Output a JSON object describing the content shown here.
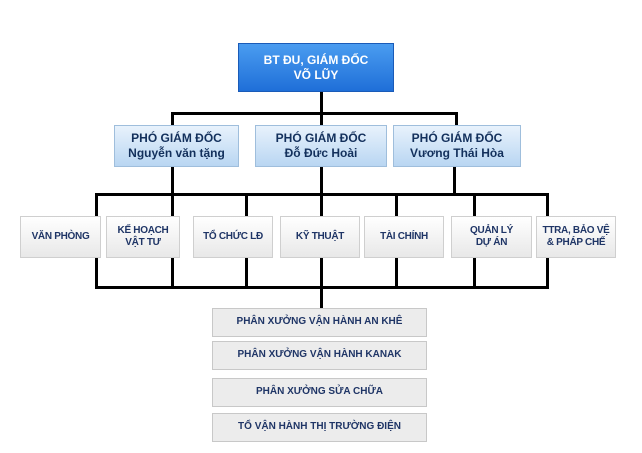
{
  "director": {
    "line1": "BT ĐU, GIÁM ĐỐC",
    "line2": "VÕ LŨY"
  },
  "deputies": [
    {
      "title": "PHÓ GIÁM ĐỐC",
      "name": "Nguyễn văn tặng"
    },
    {
      "title": "PHÓ GIÁM ĐỐC",
      "name": "Đỗ Đức Hoài"
    },
    {
      "title": "PHÓ GIÁM ĐỐC",
      "name": "Vương Thái Hòa"
    }
  ],
  "departments": [
    {
      "line1": "VĂN PHÒNG",
      "line2": ""
    },
    {
      "line1": "KẾ HOẠCH",
      "line2": "VẬT TƯ"
    },
    {
      "line1": "TỔ CHỨC LĐ",
      "line2": ""
    },
    {
      "line1": "KỸ THUẬT",
      "line2": ""
    },
    {
      "line1": "TÀI CHÍNH",
      "line2": ""
    },
    {
      "line1": "QUẢN LÝ",
      "line2": "DỰ ÁN"
    },
    {
      "line1": "TTRA, BẢO VỆ",
      "line2": "& PHÁP CHẾ"
    }
  ],
  "units": [
    "PHÂN XƯỞNG VẬN HÀNH AN KHÊ",
    "PHÂN XƯỞNG VẬN HÀNH KANAK",
    "PHÂN XƯỞNG SỬA CHỮA",
    "TỔ VẬN HÀNH THỊ TRƯỜNG ĐIỆN"
  ]
}
